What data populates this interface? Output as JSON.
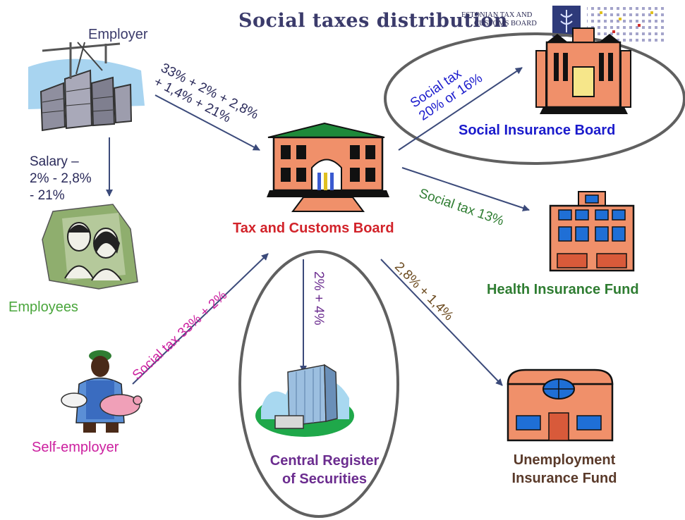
{
  "title": "Social taxes distribution",
  "logo": {
    "line1": "ESTONIAN TAX AND",
    "line2": "CUSTOMS BOARD"
  },
  "nodes": {
    "employer": "Employer",
    "employees": "Employees",
    "self_employer": "Self-employer",
    "tax_board": "Tax and Customs Board",
    "social_board": "Social Insurance Board",
    "health_fund": "Health Insurance Fund",
    "central_register": {
      "line1": "Central Register",
      "line2": "of Securities"
    },
    "unemployment_fund": {
      "line1": "Unemployment",
      "line2": "Insurance Fund"
    }
  },
  "flows": {
    "employer_to_board": {
      "line1": "33% + 2% + 2,8%",
      "line2": "+ 1,4% + 21%"
    },
    "salary": {
      "line1": "Salary –",
      "line2": "2% - 2,8%",
      "line3": "- 21%"
    },
    "self_employer_to_board": "Social tax 33% + 2%",
    "board_to_social": {
      "line1": "Social tax",
      "line2": "20% or 16%"
    },
    "board_to_health": "Social tax 13%",
    "board_to_register": "2% + 4%",
    "board_to_unemployment": "2,8% + 1,4%"
  },
  "colors": {
    "arrow": "#3b4a7a",
    "title": "#3b3b6b",
    "tax_board_label": "#d2232a",
    "social_blue": "#1a1acc",
    "green_label": "#2f7d32",
    "employees_green": "#4aa63c",
    "magenta": "#cc1f9f",
    "purple": "#6b2c8f",
    "brown": "#6b4a1f",
    "dark_label": "#5a3a2a",
    "ellipse": "#606060"
  }
}
